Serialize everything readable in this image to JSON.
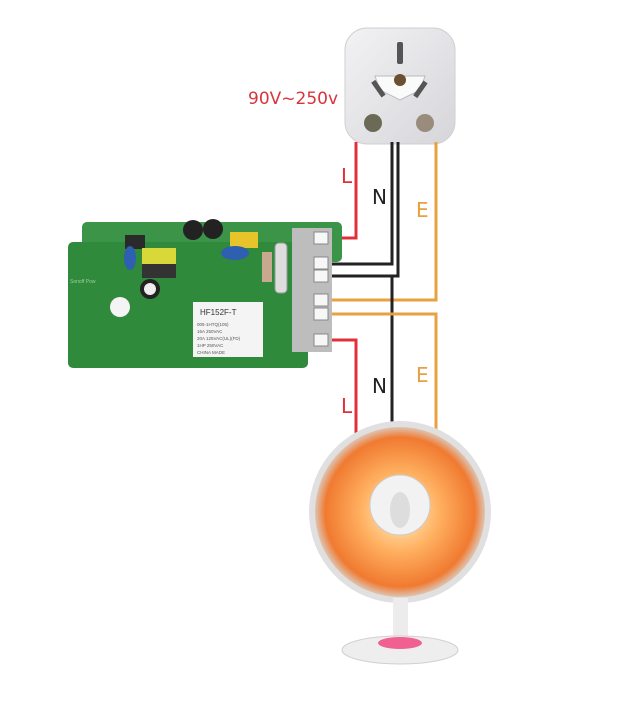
{
  "supply_label": "90V~250v",
  "wires": {
    "input": {
      "live": "L",
      "neutral": "N",
      "earth": "E"
    },
    "output": {
      "live": "L",
      "neutral": "N",
      "earth": "E"
    }
  },
  "relay": {
    "model": "HF152F-T",
    "lines": [
      "005-1HTQ(105)",
      "16A 250VAC",
      "20A 125VAC(UL)(FD)",
      "1HP 250VAC",
      "CHINA MADE"
    ]
  },
  "board_mark": "Sonoff Pow",
  "colors": {
    "live": "#e0303a",
    "neutral": "#222222",
    "earth": "#e8a040",
    "board": "#2f8a3c",
    "label_red": "#d8343c"
  }
}
